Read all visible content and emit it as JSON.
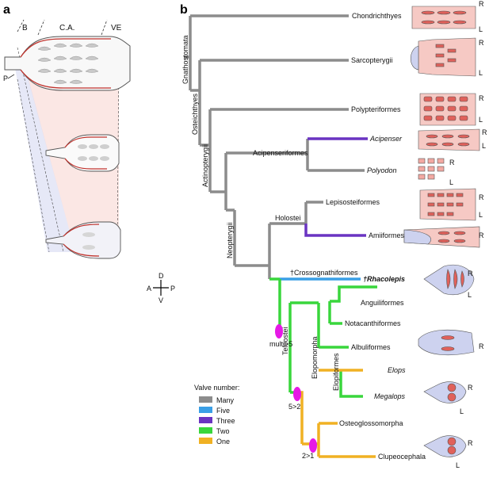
{
  "panels": {
    "a": "a",
    "b": "b"
  },
  "panel_a": {
    "region_b": "B",
    "region_ca": "C.A.",
    "region_ve": "VE",
    "p_label": "P"
  },
  "axes": {
    "dorsal": "D",
    "ventral": "V",
    "anterior": "A",
    "posterior": "P"
  },
  "clades": {
    "gnathostomata": "Gnathostomata",
    "osteichthyes": "Osteichthyes",
    "actinopterygii": "Actinopterygii",
    "acipenseriformes": "Acipenseriformes",
    "holostei": "Holostei",
    "neopterygii": "Neopterygii",
    "crossognathiformes": "†Crossognathiformes",
    "teleostei": "Teleostei",
    "elopomorpha": "Elopomorpha",
    "elopiformes": "Elopiformes"
  },
  "taxa": {
    "chondrichthyes": "Chondrichthyes",
    "sarcopterygii": "Sarcopterygii",
    "polypteriformes": "Polypteriformes",
    "acipenser": "Acipenser",
    "polyodon": "Polyodon",
    "lepisosteiformes": "Lepisosteiformes",
    "amiiformes": "Amiiformes",
    "rhacolepis": "†Rhacolepis",
    "anguiliformes": "Anguiliformes",
    "notacanthiformes": "Notacanthiformes",
    "albuliformes": "Albuliformes",
    "elops": "Elops",
    "megalops": "Megalops",
    "osteoglossomorpha": "Osteoglossomorpha",
    "clupeocephala": "Clupeocephala"
  },
  "events": {
    "multi_to_5": "multi>5",
    "five_to_2": "5>2",
    "two_to_1": "2>1"
  },
  "sides": {
    "right": "R",
    "left": "L"
  },
  "legend": {
    "title": "Valve number:",
    "items": [
      {
        "label": "Many",
        "color": "#8c8c8c"
      },
      {
        "label": "Five",
        "color": "#3a9fe6"
      },
      {
        "label": "Three",
        "color": "#6a34c2"
      },
      {
        "label": "Two",
        "color": "#39d63c"
      },
      {
        "label": "One",
        "color": "#f0b123"
      }
    ]
  },
  "colors": {
    "event_marker": "#e619e6",
    "tissue_pink": "#f6c9c4",
    "valve_red": "#e0615b",
    "blue_wash": "#cdd2ef"
  }
}
